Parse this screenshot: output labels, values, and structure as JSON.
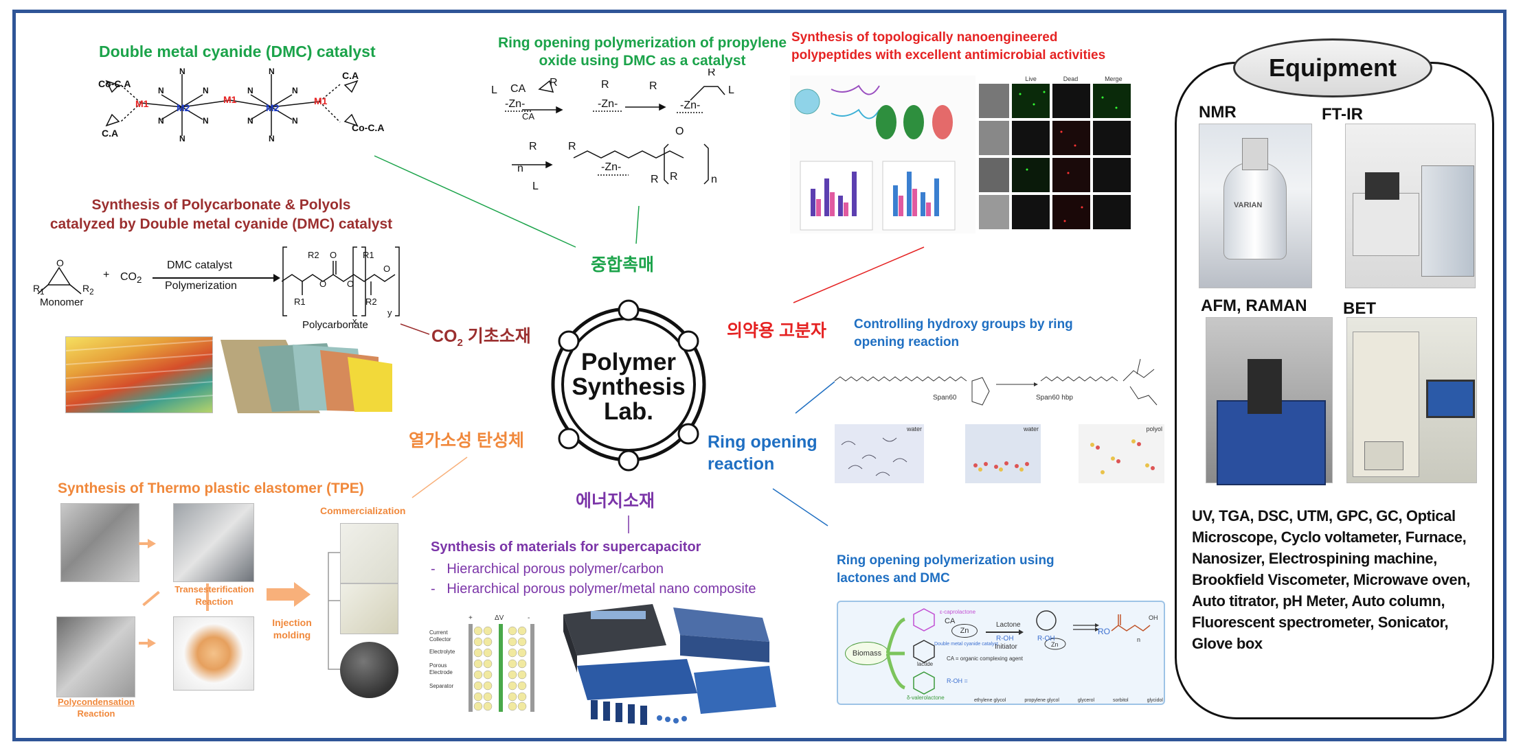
{
  "center": {
    "line1": "Polymer",
    "line2": "Synthesis",
    "line3": "Lab."
  },
  "hubs": {
    "catalyst": "중합촉매",
    "co2_prefix": "CO",
    "co2_sub": "2",
    "co2_suffix": " 기초소재",
    "tpe": "열가소성 탄성체",
    "energy": "에너지소재",
    "medical": "의약용 고분자",
    "ring_line1": "Ring opening",
    "ring_line2": "reaction"
  },
  "dmc": {
    "title": "Double metal cyanide (DMC) catalyst",
    "labels": {
      "coca_tl": "Co-C.A",
      "ca_bl": "C.A",
      "ca_tr": "C.A",
      "coca_br": "Co-C.A",
      "m1": "M",
      "m1_sub": "1",
      "m2": "M",
      "m2_sub": "2",
      "n": "N"
    }
  },
  "rop_po": {
    "title_line1": "Ring opening polymerization of propylene",
    "title_line2": "oxide using DMC as a catalyst",
    "labels": {
      "L": "L",
      "CA": "CA",
      "Zn": "Zn",
      "R": "R",
      "n": "n",
      "minus_ca": "CA"
    }
  },
  "polycarbonate": {
    "title_line1": "Synthesis of Polycarbonate & Polyols",
    "title_line2": "catalyzed by Double metal cyanide (DMC) catalyst",
    "monomer": "Monomer",
    "plus": "+",
    "co2": "CO",
    "co2_sub": "2",
    "catalyst_label": "DMC catalyst",
    "process_label": "Polymerization",
    "product": "Polycarbonate",
    "R1": "R",
    "R2": "R",
    "R1_sub": "1",
    "R2_sub": "2",
    "x": "x",
    "y": "y"
  },
  "peptide": {
    "title_line1": "Synthesis of topologically nanoengineered",
    "title_line2": "polypeptides with excellent antimicrobial activities",
    "grid_headers": [
      "Live",
      "Dead",
      "Merge"
    ]
  },
  "hydroxy": {
    "title_line1": "Controlling hydroxy groups by ring",
    "title_line2": "opening reaction",
    "span60": "Span60",
    "span60hbp": "Span60 hbp",
    "water1": "water",
    "water2": "water",
    "polyol": "polyol"
  },
  "tpe": {
    "title": "Synthesis of Thermo plastic elastomer (TPE)",
    "trans_line1": "Transesterification",
    "trans_line2": "Reaction",
    "poly_line1": "Polycondensation",
    "poly_line2": "Reaction",
    "inject_line1": "Injection",
    "inject_line2": "molding",
    "commercial": "Commercialization"
  },
  "supercap": {
    "title": "Synthesis of materials for supercapacitor",
    "items": [
      "Hierarchical porous polymer/carbon",
      "Hierarchical porous polymer/metal nano composite"
    ],
    "diagram_labels": [
      "Current Collector",
      "Electrolyte",
      "Porous Electrode",
      "Separator"
    ],
    "plus": "+",
    "minus": "-",
    "dv": "ΔV"
  },
  "lactone": {
    "title_line1": "Ring opening polymerization using",
    "title_line2": "lactones and DMC",
    "biomass": "Biomass",
    "lactide": "lactide",
    "caprolactone": "ε-caprolactone",
    "valerolactone": "δ-valerolactone",
    "ca": "CA",
    "zn": "Zn",
    "lactone_label": "Lactone",
    "roh": "R-OH",
    "initiator": "Initiator",
    "dmc_note": "Double metal cyanide catalyst",
    "ca_note": "CA = organic complexing agent",
    "roh_eq": "R-OH =",
    "ro": "RO",
    "oh": "OH",
    "n": "n",
    "alcohols": [
      "ethylene glycol",
      "propylene glycol",
      "glycerol",
      "sorbitol",
      "glycidol"
    ]
  },
  "equipment": {
    "title": "Equipment",
    "nmr": "NMR",
    "ftir": "FT-IR",
    "afm": "AFM, RAMAN",
    "bet": "BET",
    "varian": "VARIAN",
    "list_lines": [
      "UV, TGA, DSC, UTM, GPC, GC, Optical",
      "Microscope, Cyclo voltameter, Furnace,",
      "Nanosizer, Electrospining machine,",
      "Brookfield Viscometer, Microwave oven,",
      "Auto titrator, pH Meter, Auto column,",
      "Fluorescent spectrometer, Sonicator,",
      "Glove box"
    ]
  },
  "colors": {
    "frame": "#2f5597",
    "green": "#1ba34a",
    "red": "#e52222",
    "brown": "#9b2f2f",
    "blue": "#1f6fc2",
    "orange": "#f0883b",
    "purple": "#7b35a8"
  }
}
